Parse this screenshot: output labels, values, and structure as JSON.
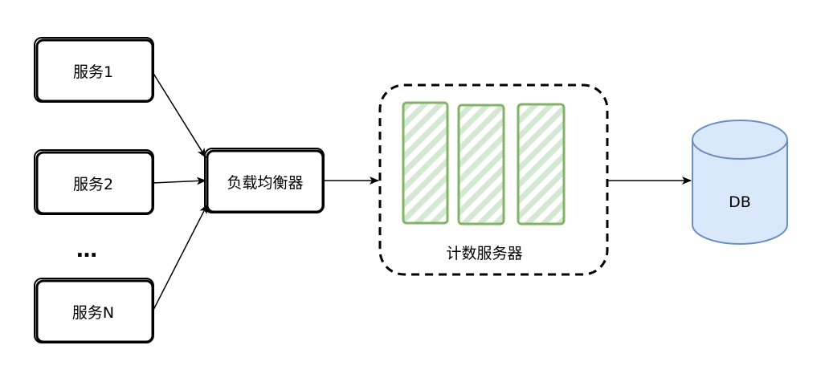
{
  "services": [
    {
      "label": "服务1"
    },
    {
      "label": "服务2"
    },
    {
      "label": "服务N"
    }
  ],
  "ellipsis": "…",
  "load_balancer": {
    "label": "负载均衡器"
  },
  "counter_group": {
    "label": "计数服务器"
  },
  "database": {
    "label": "DB"
  },
  "colors": {
    "stroke": "#000000",
    "counter_stroke": "#82b366",
    "counter_hatch": "#d5e8d4",
    "db_fill": "#dae8fc",
    "db_stroke": "#6c8ebf"
  }
}
